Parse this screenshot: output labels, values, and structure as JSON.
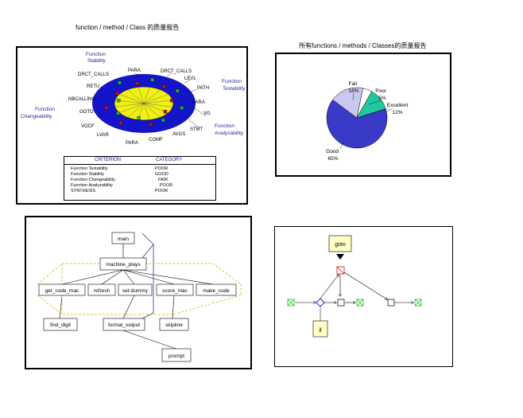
{
  "titles": {
    "left": "function / method / Class 的质量报告",
    "right": "所有functions / methods / Classes的质量报告"
  },
  "kiviat": {
    "groups": [
      "Function Stability",
      "Function Testability",
      "Function Changeability",
      "Function Analyzability"
    ],
    "metrics": [
      "PARA",
      "DRCT_CALLS",
      "LEVL",
      "PATH",
      "PARA",
      "VG",
      "STMT",
      "AVGS",
      "COMF",
      "PARA",
      "LVAR",
      "VOCF",
      "GOTO",
      "NBCALLING",
      "RETU",
      "DRCT_CALLS"
    ]
  },
  "criterion_table": {
    "headers": [
      "CRITERION",
      "CATEGORY"
    ],
    "rows": [
      {
        "criterion": "Function Testability",
        "category": "POOR"
      },
      {
        "criterion": "Function Stability",
        "category": "GOOD"
      },
      {
        "criterion": "Function Changeability",
        "category": "FAIR"
      },
      {
        "criterion": "Function Analyzability",
        "category": "POOR"
      },
      {
        "criterion": "SYNTHESIS",
        "category": "POOR"
      }
    ]
  },
  "chart_data": {
    "type": "pie",
    "slices": [
      {
        "label": "Good",
        "value": 65,
        "display": "65%",
        "color": "#3a3ac8"
      },
      {
        "label": "Fair",
        "value": 18,
        "display": "18%",
        "color": "#c8c8f0"
      },
      {
        "label": "Poor",
        "value": 5,
        "display": "5%",
        "color": "#ffffff"
      },
      {
        "label": "Excellent",
        "value": 12,
        "display": "12%",
        "color": "#20c8a0"
      }
    ]
  },
  "call_graph": {
    "nodes": [
      "main",
      "machine_plays",
      "get_code_mac",
      "refresh",
      "set-dummy",
      "score_mac",
      "make_code",
      "find_digit",
      "format_output",
      "skipline",
      "prompt"
    ]
  },
  "flow_graph": {
    "labels": {
      "goto": "goto",
      "if": "if"
    }
  },
  "colors": {
    "kiviat_blue": "#1414c8",
    "kiviat_yellow": "#f0f014",
    "label_blue": "#2828a0",
    "flow_green": "#20c020",
    "flow_red": "#d01010",
    "callout_fill": "#ffffc8"
  }
}
